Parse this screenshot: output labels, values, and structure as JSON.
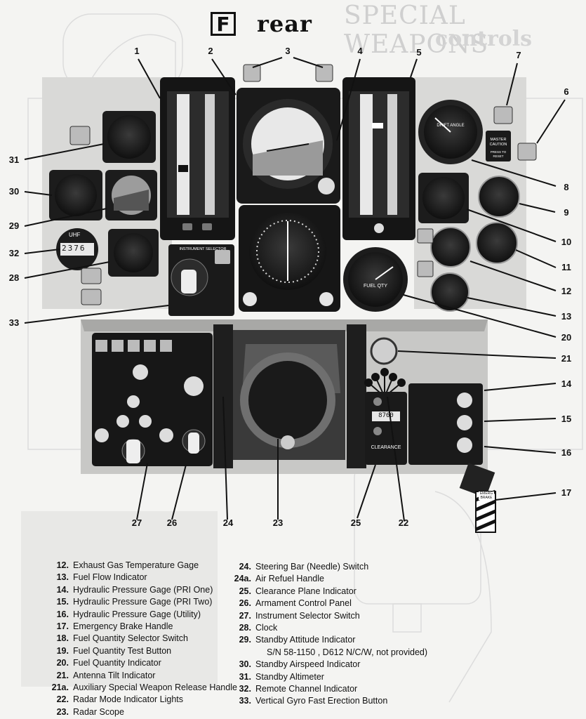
{
  "header": {
    "badge": "F",
    "title": "rear"
  },
  "background_title": {
    "line1": "SPECIAL WEAPONS",
    "line2": "controls"
  },
  "labels": {
    "n1": "1",
    "n2": "2",
    "n3": "3",
    "n4": "4",
    "n5": "5",
    "n6": "6",
    "n7": "7",
    "n8": "8",
    "n9": "9",
    "n10": "10",
    "n11": "11",
    "n12": "12",
    "n13": "13",
    "n14": "14",
    "n15": "15",
    "n16": "16",
    "n17": "17",
    "n20": "20",
    "n21": "21",
    "n22": "22",
    "n23": "23",
    "n24": "24",
    "n25": "25",
    "n26": "26",
    "n27": "27",
    "n28": "28",
    "n29": "29",
    "n30": "30",
    "n31": "31",
    "n32": "32",
    "n33": "33"
  },
  "panel_text": {
    "uhf": "UHF",
    "uhf_digits": "2376",
    "instrument_selector": "INSTRUMENT SELECTOR",
    "master_caution": "MASTER CAUTION",
    "press_to_reset": "PRESS TO RESET",
    "drift_angle": "DRIFT ANGLE",
    "fuel_qty": "FUEL QTY",
    "clearance": "CLEARANCE",
    "clearance_digits": "8760",
    "emerg_brake": "EMERG BRAKE"
  },
  "legend_left": [
    {
      "num": "12.",
      "text": "Exhaust Gas Temperature Gage"
    },
    {
      "num": "13.",
      "text": "Fuel Flow Indicator"
    },
    {
      "num": "14.",
      "text": "Hydraulic Pressure Gage (PRI One)"
    },
    {
      "num": "15.",
      "text": "Hydraulic Pressure Gage (PRI Two)"
    },
    {
      "num": "16.",
      "text": "Hydraulic Pressure Gage (Utility)"
    },
    {
      "num": "17.",
      "text": "Emergency Brake Handle"
    },
    {
      "num": "18.",
      "text": "Fuel Quantity Selector Switch"
    },
    {
      "num": "19.",
      "text": "Fuel Quantity Test Button"
    },
    {
      "num": "20.",
      "text": "Fuel Quantity Indicator"
    },
    {
      "num": "21.",
      "text": "Antenna Tilt Indicator"
    },
    {
      "num": "21a.",
      "text": "Auxiliary Special Weapon Release Handle"
    },
    {
      "num": "22.",
      "text": "Radar Mode Indicator Lights"
    },
    {
      "num": "23.",
      "text": "Radar Scope"
    }
  ],
  "legend_right": [
    {
      "num": "24.",
      "text": "Steering Bar (Needle) Switch"
    },
    {
      "num": "24a.",
      "text": "Air Refuel Handle"
    },
    {
      "num": "25.",
      "text": "Clearance Plane Indicator"
    },
    {
      "num": "26.",
      "text": "Armament Control Panel"
    },
    {
      "num": "27.",
      "text": "Instrument Selector Switch"
    },
    {
      "num": "28.",
      "text": "Clock"
    },
    {
      "num": "29.",
      "text": "Standby Attitude Indicator"
    },
    {
      "num": "",
      "text": "S/N 58-1150 , D612 N/C/W, not provided)"
    },
    {
      "num": "30.",
      "text": "Standby Airspeed Indicator"
    },
    {
      "num": "31.",
      "text": "Standby Altimeter"
    },
    {
      "num": "32.",
      "text": "Remote Channel Indicator"
    },
    {
      "num": "33.",
      "text": "Vertical Gyro Fast Erection Button"
    }
  ]
}
